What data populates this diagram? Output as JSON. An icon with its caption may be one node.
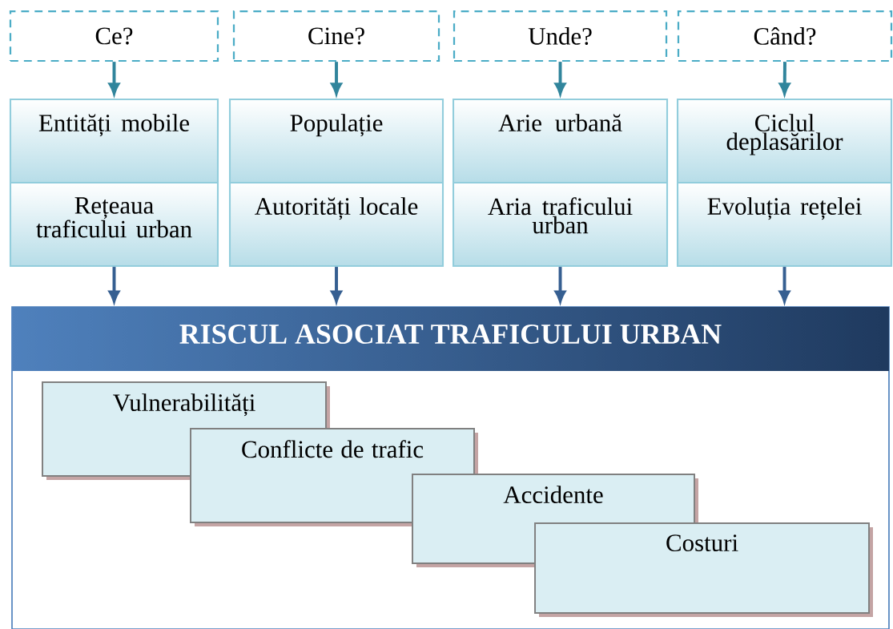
{
  "diagram": {
    "nodes": [
      {
        "text": [
          "Ce?"
        ]
      },
      {
        "text": [
          "Cine?"
        ]
      },
      {
        "text": [
          "Unde?"
        ]
      },
      {
        "text": [
          "Când?"
        ]
      },
      {
        "text": [
          "Entități mobile",
          "Rețeaua traficului urban"
        ]
      },
      {
        "text": [
          "Populație",
          "Autorități locale"
        ]
      },
      {
        "text": [
          "Arie urbană",
          "Aria traficului urban"
        ]
      },
      {
        "text": [
          "Ciclul deplasărilor",
          "Evoluția rețelei"
        ]
      },
      {
        "text": [
          "RISCUL ASOCIAT TRAFICULUI URBAN"
        ]
      },
      {
        "text": [
          "Vulnerabilități"
        ],
        "in": 8
      },
      {
        "text": [
          "Conflicte de trafic"
        ],
        "in": 8
      },
      {
        "text": [
          "Accidente"
        ],
        "in": 8
      },
      {
        "text": [
          "Costuri"
        ],
        "in": 8
      }
    ],
    "edges": [
      {
        "from": 0,
        "to": 4,
        "arrow": "to",
        "color": "#31859c"
      },
      {
        "from": 1,
        "to": 5,
        "arrow": "to",
        "color": "#31859c"
      },
      {
        "from": 2,
        "to": 6,
        "arrow": "to",
        "color": "#31859c"
      },
      {
        "from": 3,
        "to": 7,
        "arrow": "to",
        "color": "#31859c"
      },
      {
        "from": 4,
        "to": 8,
        "arrow": "to",
        "color": "#365f91"
      },
      {
        "from": 5,
        "to": 8,
        "arrow": "to",
        "color": "#365f91"
      },
      {
        "from": 6,
        "to": 8,
        "arrow": "to",
        "color": "#365f91"
      },
      {
        "from": 7,
        "to": 8,
        "arrow": "to",
        "color": "#365f91"
      }
    ]
  }
}
